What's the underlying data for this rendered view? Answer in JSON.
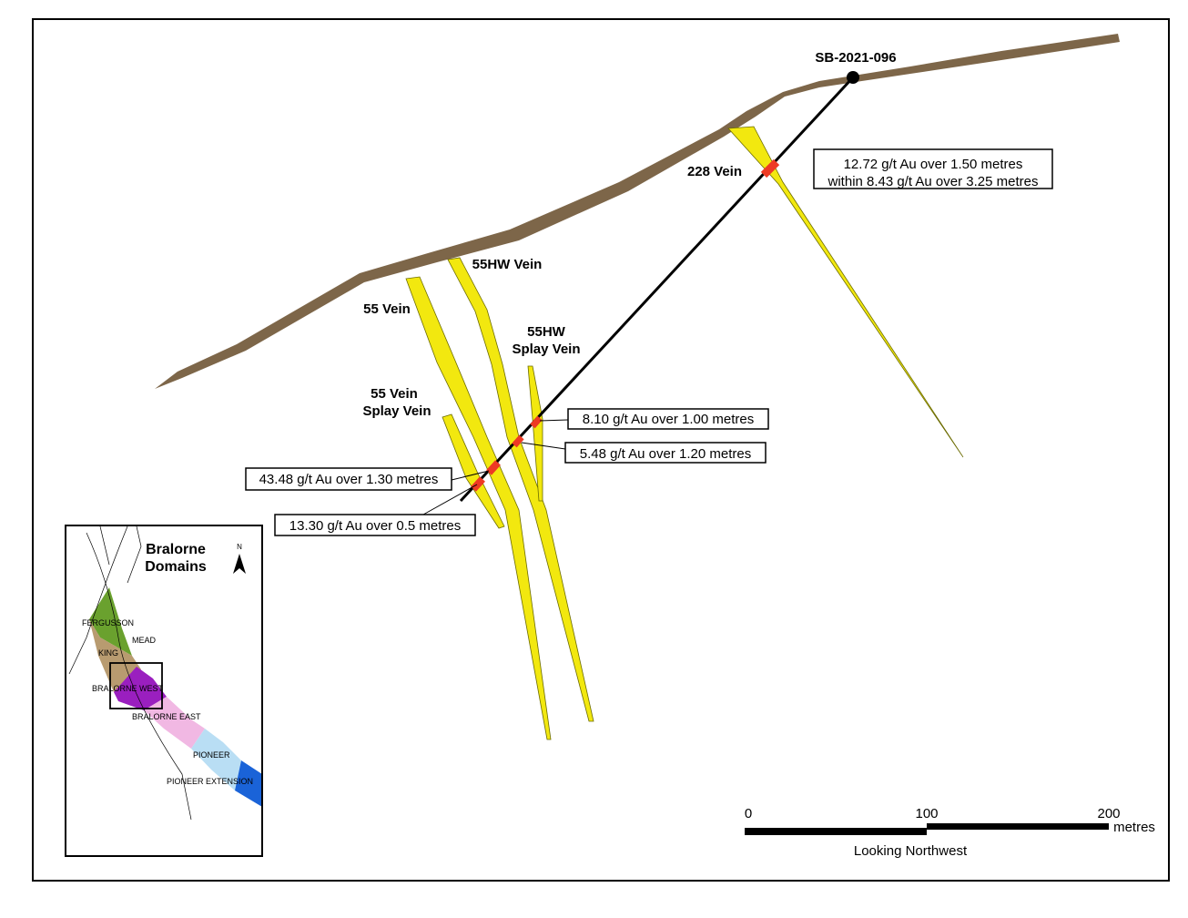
{
  "drillhole": {
    "id": "SB-2021-096"
  },
  "veins": {
    "v228": "228 Vein",
    "v55hw": "55HW Vein",
    "v55": "55 Vein",
    "v55hw_splay_1": "55HW",
    "v55hw_splay_2": "Splay Vein",
    "v55_splay_1": "55 Vein",
    "v55_splay_2": "Splay Vein"
  },
  "intercepts": {
    "i228_line1": "12.72 g/t Au over 1.50 metres",
    "i228_line2": "within 8.43 g/t Au over 3.25 metres",
    "i55hw_splay": "8.10 g/t Au over 1.00 metres",
    "i55hw": "5.48 g/t Au over 1.20 metres",
    "i55": "43.48 g/t Au over 1.30 metres",
    "i55_splay": "13.30 g/t Au over 0.5 metres"
  },
  "inset": {
    "title_line1": "Bralorne",
    "title_line2": "Domains",
    "north": "N",
    "domains": {
      "fergusson": "FERGUSSON",
      "mead": "MEAD",
      "king": "KING",
      "bralorne_west": "BRALORNE WEST",
      "bralorne_east": "BRALORNE EAST",
      "pioneer": "PIONEER",
      "pioneer_extension": "PIONEER EXTENSION"
    }
  },
  "scale_bar": {
    "tick0": "0",
    "tick1": "100",
    "tick2": "200",
    "unit": "metres",
    "view": "Looking Northwest"
  },
  "colors": {
    "surface": "#7d6649",
    "vein": "#f2e80f",
    "intercept": "#ee3a24",
    "fergusson": "#6aa12e",
    "king": "#b89b70",
    "bralorne_west": "#9a1fbf",
    "bralorne_east": "#f1b8e3",
    "pioneer": "#b9def4",
    "pioneer_extension": "#1a63d8"
  }
}
